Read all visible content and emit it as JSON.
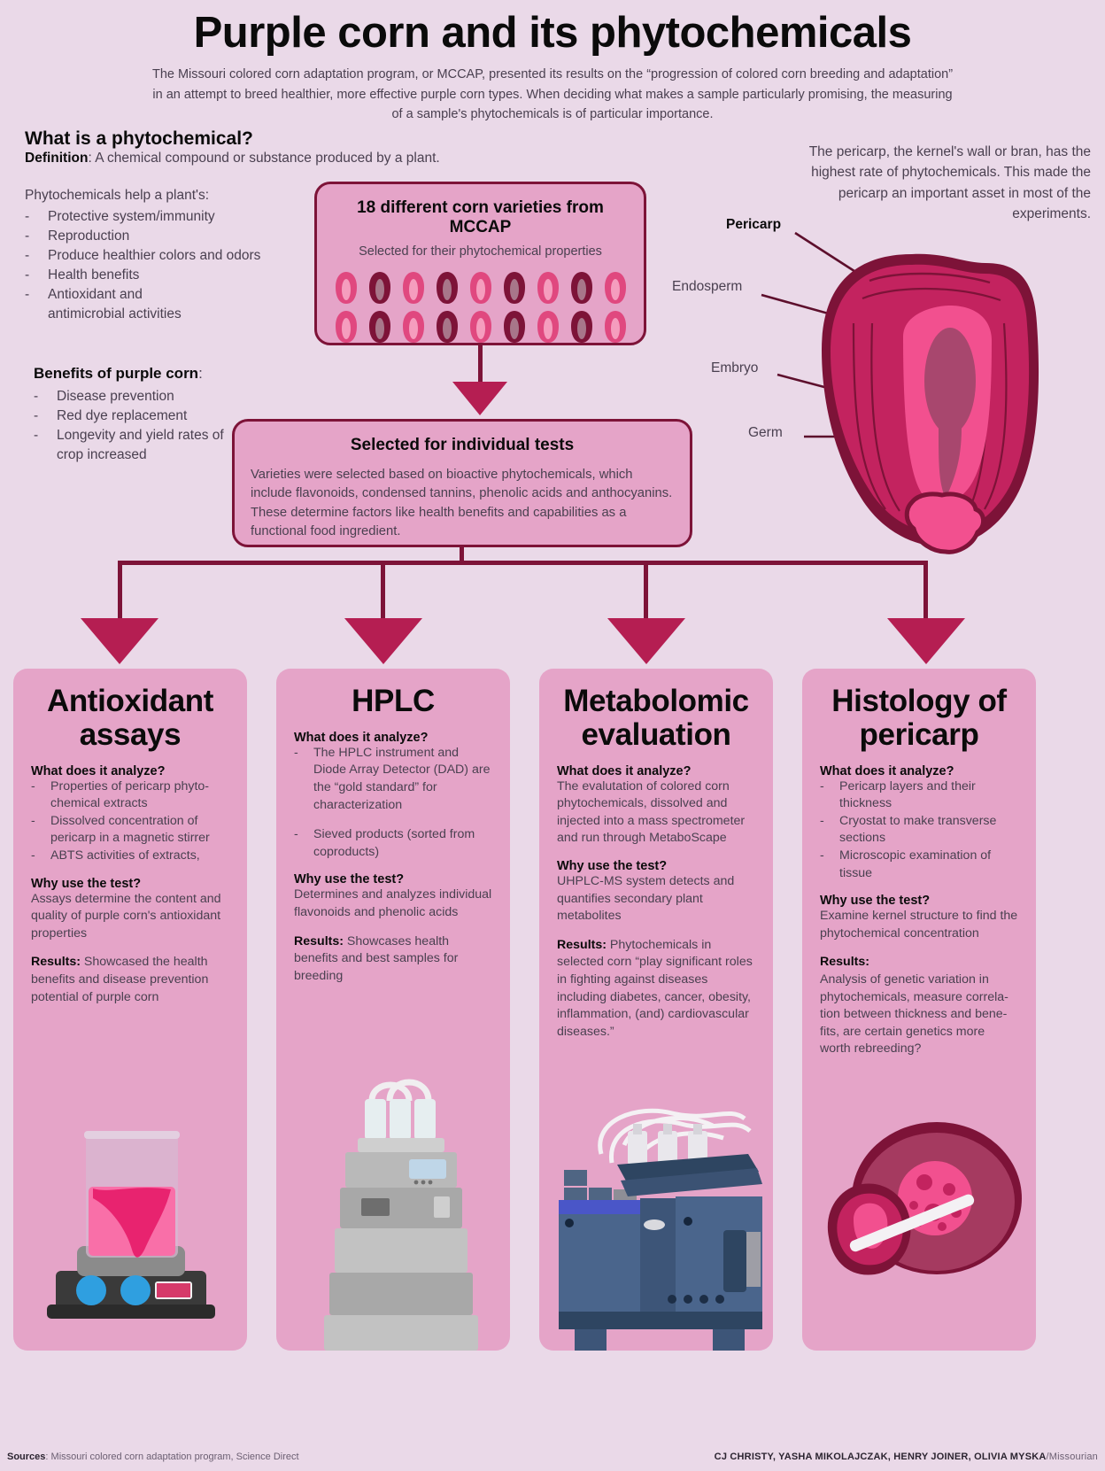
{
  "header": {
    "title": "Purple corn and its phytochemicals",
    "deck": "The Missouri colored corn adaptation program, or MCCAP, presented its results on the “progression of colored corn breeding and adaptation” in an attempt to breed healthier, more effective purple corn types. When deciding what makes a sample particularly promising, the measuring of a sample's phytochemicals is of particular importance."
  },
  "phyto": {
    "heading": "What is a phytochemical?",
    "definition_label": "Definition",
    "definition_text": ": A chemical compound or substance produced by a plant.",
    "help_lead": "Phytochemicals help a plant's:",
    "help_items": [
      "Protective system/immunity",
      "Reproduction",
      "Produce healthier colors and odors",
      "Health benefits",
      "Antioxidant and antimicrobial activities"
    ]
  },
  "benefits": {
    "title": "Benefits of purple corn",
    "title_suffix": ":",
    "items": [
      "Disease prevention",
      "Red dye replacement",
      "Longevity and yield rates of crop increased"
    ]
  },
  "varieties_box": {
    "title": "18 different corn varieties from MCCAP",
    "subtitle": "Selected for their phytochemical properties",
    "kernel_count": 18,
    "kernel_colors": [
      "#e0487f",
      "#7d1338"
    ]
  },
  "selected_box": {
    "title": "Selected for individual tests",
    "body": "Varieties were selected based on bioactive phytochemicals, which include flavonoids, condensed tannins, phenolic acids and anthocyanins. These determine factors like health benefits and capabilities as a functional food ingredient."
  },
  "kernel_diagram": {
    "note": "The pericarp, the kernel's wall or bran, has the highest rate of phytochemicals. This made the pericarp an important asset in most of the experiments.",
    "labels": [
      {
        "text": "Pericarp",
        "bold": true
      },
      {
        "text": "Endosperm",
        "bold": false
      },
      {
        "text": "Embryo",
        "bold": false
      },
      {
        "text": "Germ",
        "bold": false
      }
    ]
  },
  "panels": [
    {
      "title": "Antioxidant assays",
      "analyze_heading": "What does it analyze?",
      "analyze_items": [
        "Properties of pericarp phyto-chemical extracts",
        "Dissolved concentration of pericarp in a magnetic stirrer",
        "ABTS activities of extracts,"
      ],
      "analyze_text": "",
      "why_heading": "Why use the test?",
      "why_text": "Assays determine the content and quality of purple corn's antioxidant properties",
      "results_label": "Results:",
      "results_text": " Showcased the health benefits and disease prevention potential of purple corn",
      "illustration": "magnetic-stirrer-beaker"
    },
    {
      "title": "HPLC",
      "analyze_heading": "What does it analyze?",
      "analyze_items": [
        "The HPLC instrument and Diode Array Detector (DAD) are the “gold standard” for characterization",
        "Sieved products (sorted from coproducts)"
      ],
      "analyze_text": "",
      "why_heading": "Why use the test?",
      "why_text": "Determines and analyzes individual flavonoids and phenolic acids",
      "results_label": "Results:",
      "results_text": " Showcases health benefits and best samples for breeding",
      "illustration": "hplc-instrument"
    },
    {
      "title": "Metabolomic evaluation",
      "analyze_heading": "What does it analyze?",
      "analyze_items": [],
      "analyze_text": "The evalutation of colored corn phytochemicals, dissolved and injected into a mass spectrometer and run through MetaboScape",
      "why_heading": "Why use the test?",
      "why_text": "UHPLC-MS system detects and quantifies secondary plant metabolites",
      "results_label": "Results:",
      "results_text": " Phytochemicals in selected corn “play significant roles in fighting against diseases including diabetes, cancer, obesity, inflammation, (and) cardiovascular diseases.”",
      "illustration": "mass-spectrometer"
    },
    {
      "title": "Histology of pericarp",
      "analyze_heading": "What does it analyze?",
      "analyze_items": [
        "Pericarp layers and their thickness",
        "Cryostat to make transverse sections",
        "Microscopic examination of tissue"
      ],
      "analyze_text": "",
      "why_heading": "Why use the test?",
      "why_text": "Examine kernel structure to find the phytochemical concentration",
      "results_label": "Results:",
      "results_text": "\nAnalysis of genetic variation in phytochemicals, measure correla-tion between thickness and bene-fits, are certain genetics more worth rebreeding?",
      "illustration": "tissue-section"
    }
  ],
  "footer": {
    "sources_label": "Sources",
    "sources_text": ": Missouri colored corn adaptation program, Science Direct",
    "credit_names": "CJ CHRISTY, YASHA MIKOLAJCZAK, HENRY JOINER, OLIVIA MYSKA",
    "credit_org": "/Missourian"
  },
  "colors": {
    "background": "#ead9e8",
    "box_fill": "#e5a4c8",
    "box_stroke": "#7d1338",
    "arrow": "#b51e52",
    "accent_pink": "#e0487f"
  }
}
